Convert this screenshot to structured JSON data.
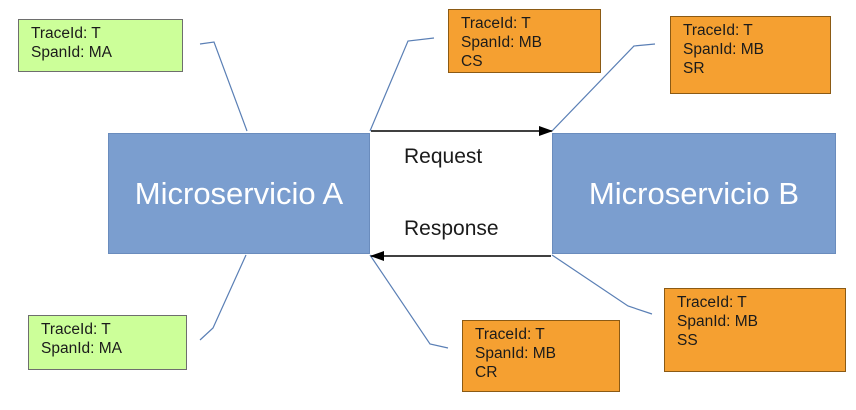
{
  "services": {
    "a": "Microservicio A",
    "b": "Microservicio B"
  },
  "arrows": {
    "request": "Request",
    "response": "Response"
  },
  "notes": {
    "ma_top": {
      "trace": "TraceId: T",
      "span": "SpanId: MA",
      "color": "#ccff99"
    },
    "cs": {
      "trace": "TraceId: T",
      "span": "SpanId: MB",
      "event": "CS",
      "color": "#f5a031"
    },
    "sr": {
      "trace": "TraceId: T",
      "span": "SpanId: MB",
      "event": "SR",
      "color": "#f5a031"
    },
    "ma_bot": {
      "trace": "TraceId: T",
      "span": "SpanId: MA",
      "color": "#ccff99"
    },
    "cr": {
      "trace": "TraceId: T",
      "span": "SpanId: MB",
      "event": "CR",
      "color": "#f5a031"
    },
    "ss": {
      "trace": "TraceId: T",
      "span": "SpanId: MB",
      "event": "SS",
      "color": "#f5a031"
    }
  },
  "colors": {
    "service_fill": "#7b9ecf",
    "connector": "#5a7fb5",
    "arrow": "#000000"
  }
}
